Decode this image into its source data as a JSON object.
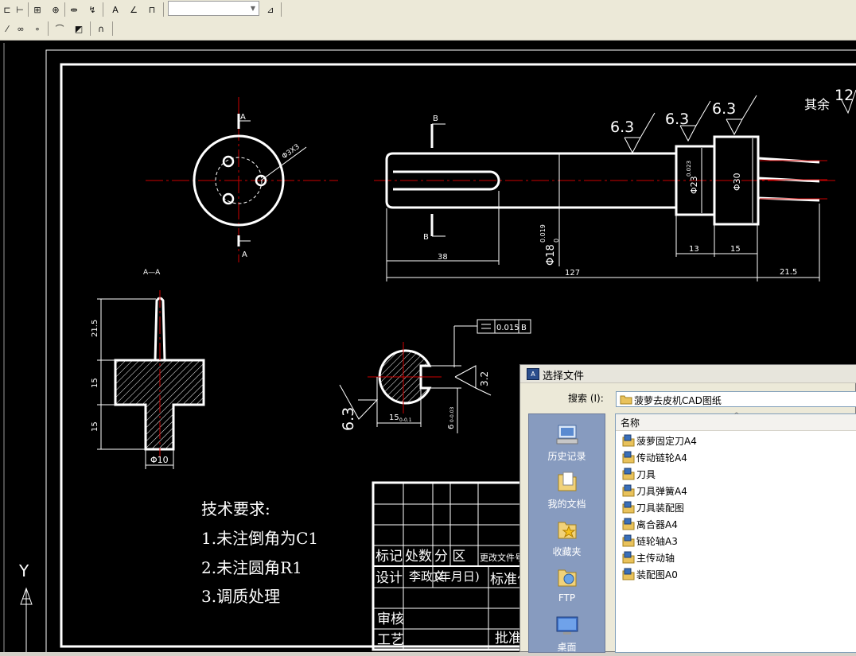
{
  "toolbar_top": {
    "buttons": [
      {
        "name": "dim-baseline-icon",
        "glyph": "⊏"
      },
      {
        "name": "dim-continue-icon",
        "glyph": "⊢"
      },
      {
        "name": "tolerance-icon",
        "glyph": "⊞"
      },
      {
        "name": "center-mark-icon",
        "glyph": "⊕"
      },
      {
        "name": "dim-edit-icon",
        "glyph": "⇹"
      },
      {
        "name": "dim-jog-icon",
        "glyph": "↯"
      },
      {
        "name": "dim-text-edit-icon",
        "glyph": "A"
      },
      {
        "name": "dim-text-angle-icon",
        "glyph": "∠"
      },
      {
        "name": "dim-update-icon",
        "glyph": "⊓"
      },
      {
        "name": "dim-style-icon",
        "glyph": "⊿"
      }
    ]
  },
  "toolbar_second": {
    "buttons": [
      {
        "name": "draw-line-icon",
        "glyph": "⁄"
      },
      {
        "name": "draw-region-icon",
        "glyph": "∞"
      },
      {
        "name": "draw-point-icon",
        "glyph": "∘"
      },
      {
        "name": "fillet-icon",
        "glyph": "⌒"
      },
      {
        "name": "chamfer-icon",
        "glyph": "◩"
      },
      {
        "name": "snap-icon",
        "glyph": "∩"
      }
    ]
  },
  "drawing": {
    "section_aa_label": "A—A",
    "dim_phi3x3": "Φ3X3",
    "label_a": "A",
    "label_b": "B",
    "roughness_1": "6.3",
    "roughness_2": "6.3",
    "roughness_3": "6.3",
    "roughness_rest_label": "其余",
    "roughness_rest_value": "12",
    "dim_38": "38",
    "dim_127": "127",
    "dim_13": "13",
    "dim_15_right": "15",
    "dim_21_5_right": "21.5",
    "dim_phi18": "Φ18",
    "dim_phi18_tol_upper": "0.019",
    "dim_phi18_tol_lower": "0",
    "dim_phi23": "Φ23",
    "dim_phi23_tol": "0.023",
    "dim_phi30": "Φ30",
    "dim_21_5_left": "21.5",
    "dim_15_left_a": "15",
    "dim_15_left_b": "15",
    "dim_phi10": "Φ10",
    "tol_value": "0.015",
    "tol_datum": "B",
    "roughness_section": "6.3",
    "roughness_key": "3.2",
    "dim_15_section": "15",
    "dim_15_section_tol": "0-0.1",
    "dim_6": "6",
    "dim_6_tol": "0-0.03",
    "tech_title": "技术要求:",
    "tech_item_1": "1.未注倒角为C1",
    "tech_item_2": "2.未注圆角R1",
    "tech_item_3": "3.调质处理",
    "tb_mark": "标记",
    "tb_count": "处数",
    "tb_zone": "分 区",
    "tb_change_doc": "更改文件号",
    "tb_design": "设计",
    "tb_designer": "李政文",
    "tb_date": "(年月日)",
    "tb_standard": "标准化",
    "tb_review": "审核",
    "tb_process": "工艺",
    "tb_approve": "批准",
    "ucs_y": "Y"
  },
  "dialog": {
    "title": "选择文件",
    "lookin_label": "搜索 (I):",
    "lookin_value": "菠萝去皮机CAD图纸",
    "places": [
      "历史记录",
      "我的文档",
      "收藏夹",
      "FTP",
      "桌面"
    ],
    "column_name": "名称",
    "files": [
      "菠萝固定刀A4",
      "传动链轮A4",
      "刀具",
      "刀具弹簧A4",
      "刀具装配图",
      "离合器A4",
      "链轮轴A3",
      "主传动轴",
      "装配图A0"
    ]
  }
}
